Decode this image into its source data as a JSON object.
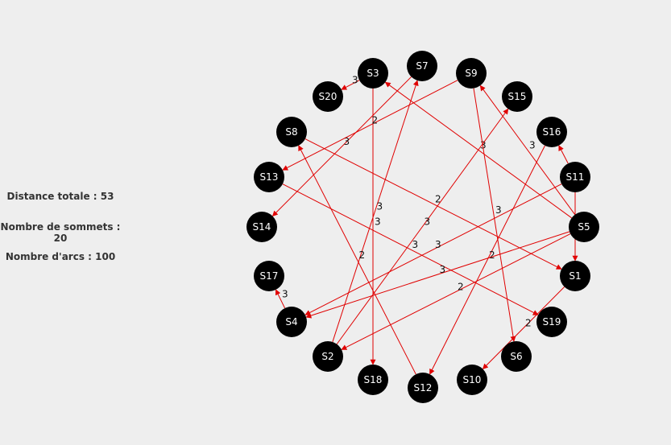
{
  "stats": {
    "distance_label": "Distance totale : 53",
    "vertices_label": "Nombre de sommets : 20",
    "arcs_label": "Nombre d'arcs : 100"
  },
  "colors": {
    "background": "#eeeeee",
    "node": "#000000",
    "node_text": "#ffffff",
    "edge": "#e00000",
    "weight": "#111111"
  },
  "graph": {
    "nodes": [
      "S1",
      "S2",
      "S3",
      "S4",
      "S5",
      "S6",
      "S7",
      "S8",
      "S9",
      "S10",
      "S11",
      "S12",
      "S13",
      "S14",
      "S15",
      "S16",
      "S17",
      "S18",
      "S19",
      "S20"
    ],
    "edges": [
      {
        "from": "S3",
        "to": "S20",
        "weight": "3"
      },
      {
        "from": "S3",
        "to": "S18",
        "weight": "3"
      },
      {
        "from": "S7",
        "to": "S14",
        "weight": "3"
      },
      {
        "from": "S9",
        "to": "S13",
        "weight": "2"
      },
      {
        "from": "S5",
        "to": "S3",
        "weight": "3"
      },
      {
        "from": "S5",
        "to": "S9",
        "weight": "3"
      },
      {
        "from": "S8",
        "to": "S1",
        "weight": "2"
      },
      {
        "from": "S13",
        "to": "S19",
        "weight": "3"
      },
      {
        "from": "S9",
        "to": "S6",
        "weight": "3"
      },
      {
        "from": "S2",
        "to": "S7",
        "weight": "3"
      },
      {
        "from": "S2",
        "to": "S15",
        "weight": "3"
      },
      {
        "from": "S11",
        "to": "S1",
        "weight": ""
      },
      {
        "from": "S11",
        "to": "S16",
        "weight": ""
      },
      {
        "from": "S16",
        "to": "S12",
        "weight": "2"
      },
      {
        "from": "S11",
        "to": "S4",
        "weight": "3"
      },
      {
        "from": "S5",
        "to": "S4",
        "weight": "3"
      },
      {
        "from": "S5",
        "to": "S2",
        "weight": "2"
      },
      {
        "from": "S12",
        "to": "S8",
        "weight": "2"
      },
      {
        "from": "S4",
        "to": "S17",
        "weight": "3"
      },
      {
        "from": "S1",
        "to": "S10",
        "weight": "2"
      }
    ]
  }
}
